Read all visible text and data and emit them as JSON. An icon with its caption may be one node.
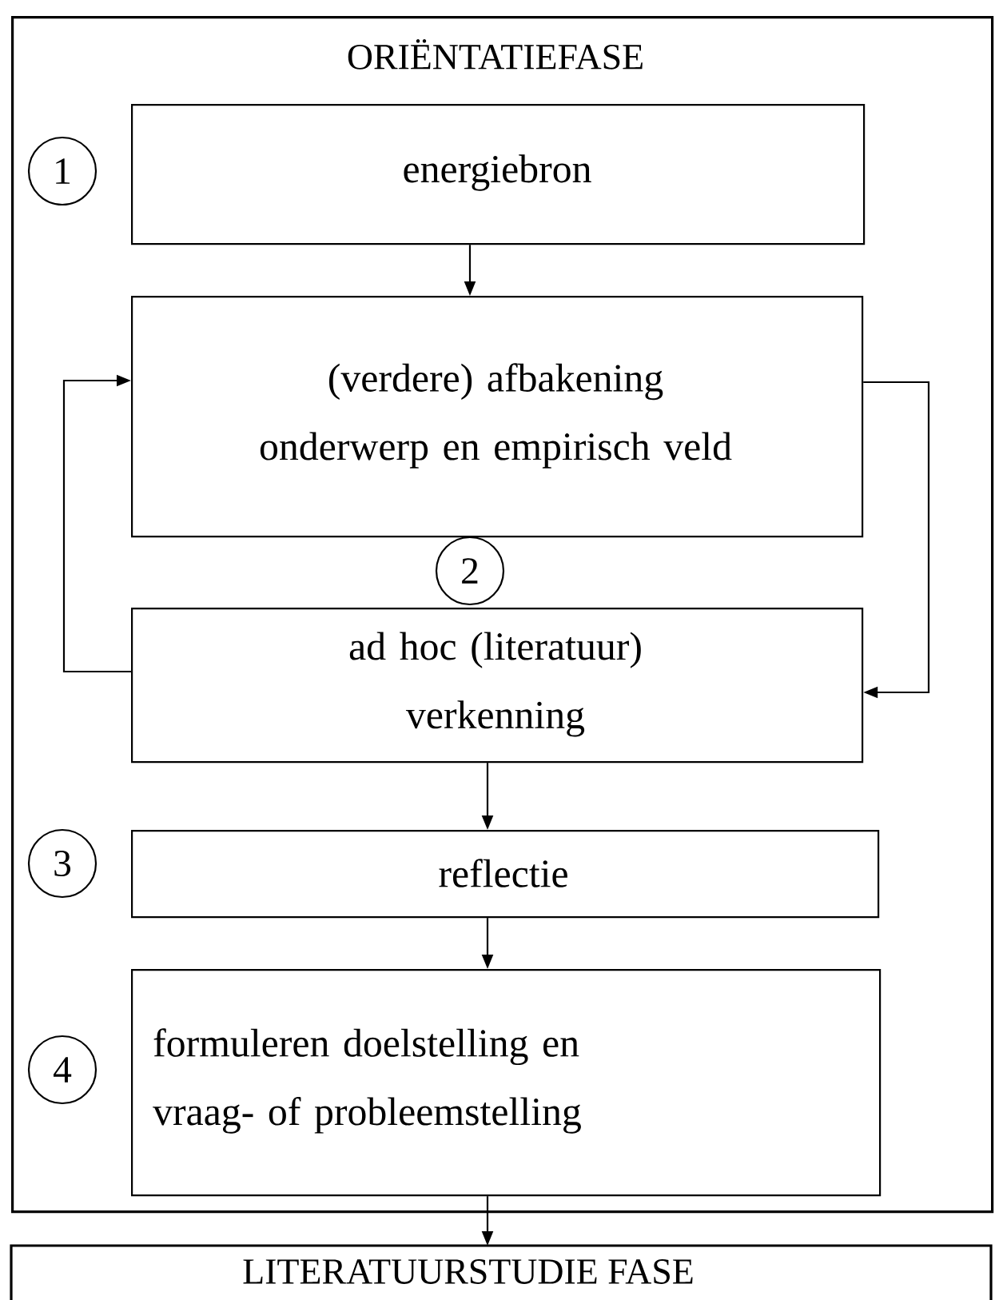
{
  "diagram": {
    "nodes": [
      {
        "text": [
          "ORIËNTATIEFASE"
        ]
      },
      {
        "text": [
          "energiebron"
        ],
        "in": 0
      },
      {
        "text": [
          "(verdere) afbakening onderwerp en empirisch veld"
        ],
        "in": 0
      },
      {
        "text": [
          "ad hoc (literatuur) verkenning"
        ],
        "in": 0
      },
      {
        "text": [
          "reflectie"
        ],
        "in": 0
      },
      {
        "text": [
          "formuleren doelstelling en vraag- of probleemstelling"
        ],
        "in": 0
      },
      {
        "text": [
          "LITERATUURSTUDIE FASE"
        ]
      },
      {
        "text": [
          "1"
        ],
        "in": 0
      },
      {
        "text": [
          "2"
        ],
        "in": 0
      },
      {
        "text": [
          "3"
        ],
        "in": 0
      },
      {
        "text": [
          "4"
        ],
        "in": 0
      }
    ],
    "edges": [
      {
        "from": 1,
        "to": 2,
        "arrow": "to"
      },
      {
        "from": 2,
        "to": 3,
        "arrow": "to"
      },
      {
        "from": 3,
        "to": 2,
        "arrow": "to"
      },
      {
        "from": 3,
        "to": 4,
        "arrow": "to"
      },
      {
        "from": 4,
        "to": 5,
        "arrow": "to"
      },
      {
        "from": 5,
        "to": 6,
        "arrow": "to"
      }
    ]
  }
}
